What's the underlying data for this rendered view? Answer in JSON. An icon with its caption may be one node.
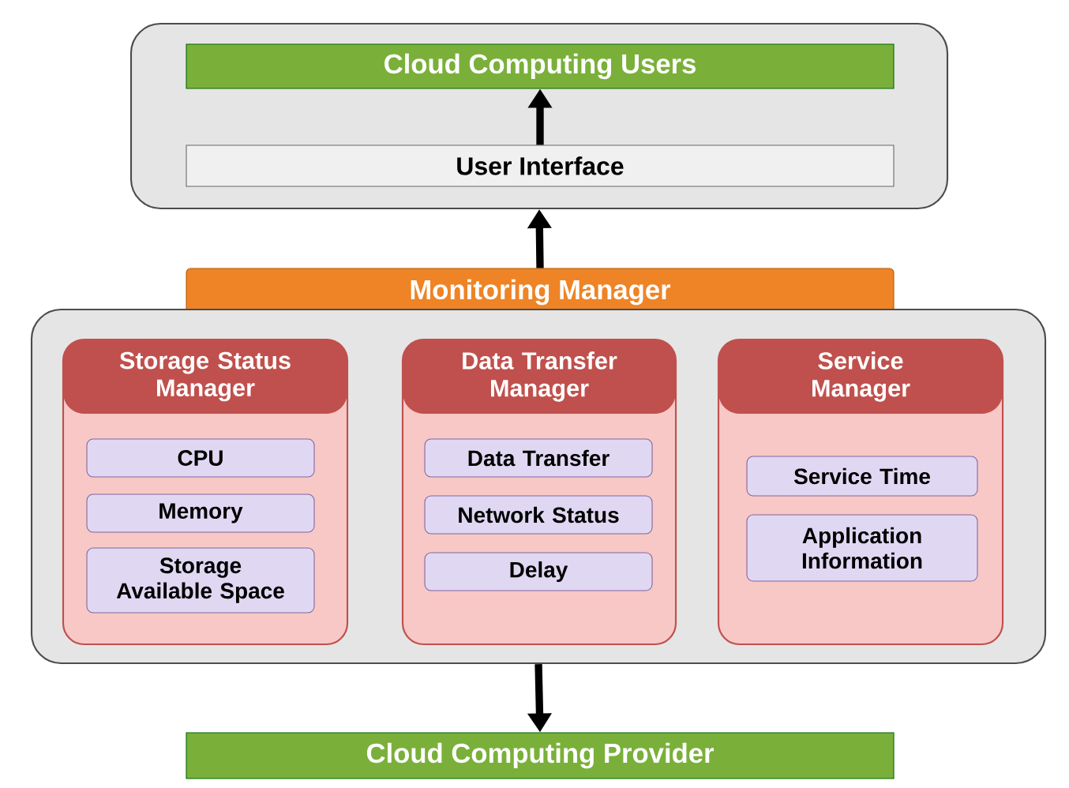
{
  "diagram": {
    "nodes": [
      {
        "text": [],
        "shape": "box"
      },
      {
        "text": [
          "Cloud Computing Users"
        ],
        "in": 0
      },
      {
        "text": [
          "User Interface"
        ],
        "in": 0
      },
      {
        "text": [
          "Monitoring Manager"
        ]
      },
      {
        "text": [],
        "shape": "box"
      },
      {
        "text": [
          "Storage Status Manager"
        ],
        "in": 4
      },
      {
        "text": [
          "CPU"
        ],
        "in": 5
      },
      {
        "text": [
          "Memory"
        ],
        "in": 5
      },
      {
        "text": [
          "Storage Available Space"
        ],
        "in": 5
      },
      {
        "text": [
          "Data Transfer Manager"
        ],
        "in": 4
      },
      {
        "text": [
          "Data Transfer"
        ],
        "in": 9
      },
      {
        "text": [
          "Network Status"
        ],
        "in": 9
      },
      {
        "text": [
          "Delay"
        ],
        "in": 9
      },
      {
        "text": [
          "Service Manager"
        ],
        "in": 4
      },
      {
        "text": [
          "Service Time"
        ],
        "in": 13
      },
      {
        "text": [
          "Application Information"
        ],
        "in": 13
      },
      {
        "text": [
          "Cloud Computing Provider"
        ]
      }
    ],
    "edges": [
      {
        "from": 2,
        "to": 1,
        "arrow": "to"
      },
      {
        "from": 3,
        "to": 0,
        "arrow": "to"
      },
      {
        "from": 4,
        "to": 16,
        "arrow": "to"
      }
    ]
  }
}
